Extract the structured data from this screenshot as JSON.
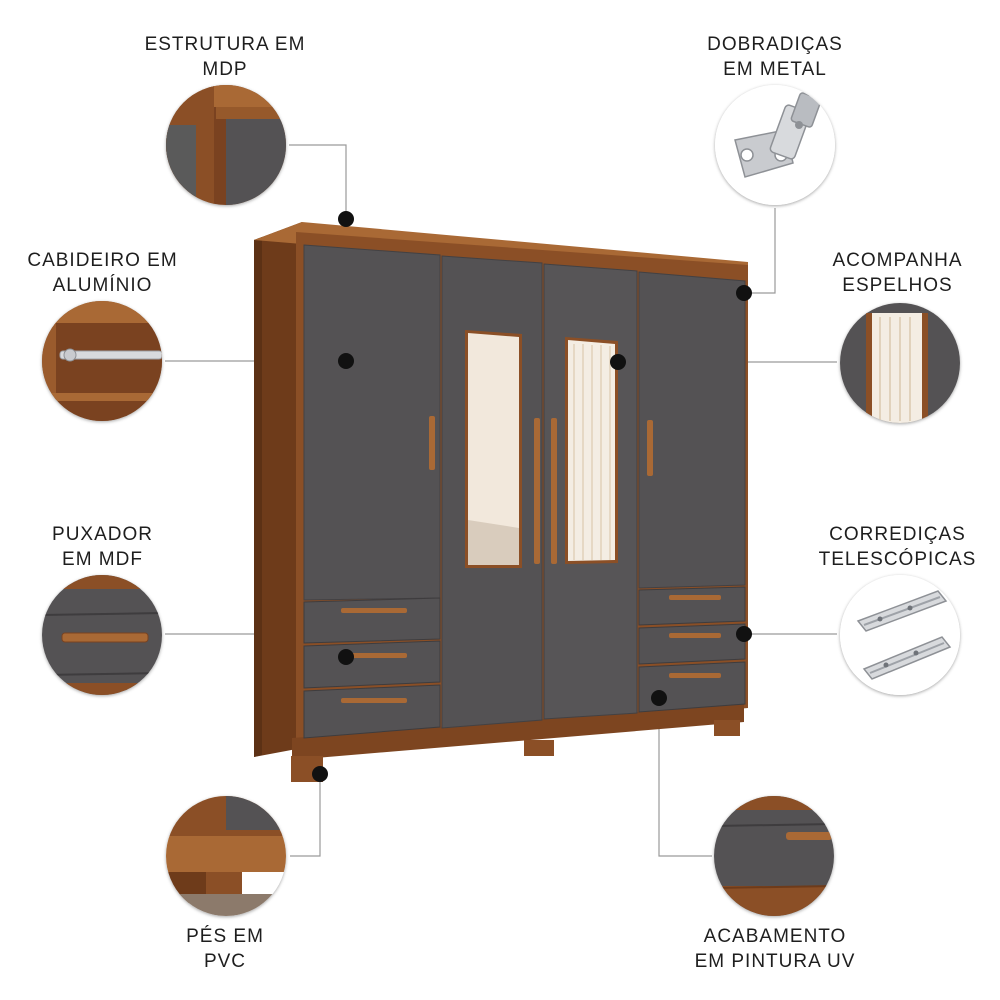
{
  "features": [
    {
      "id": "estrutura",
      "lines": [
        "ESTRUTURA EM",
        "MDP"
      ],
      "icon": "mdp-structure-closeup-icon"
    },
    {
      "id": "dobradicas",
      "lines": [
        "DOBRADIÇAS",
        "EM METAL"
      ],
      "icon": "metal-hinge-icon"
    },
    {
      "id": "cabideiro",
      "lines": [
        "CABIDEIRO EM",
        "ALUMÍNIO"
      ],
      "icon": "aluminium-hanging-rail-icon"
    },
    {
      "id": "espelhos",
      "lines": [
        "ACOMPANHA",
        "ESPELHOS"
      ],
      "icon": "mirror-closeup-icon"
    },
    {
      "id": "puxador",
      "lines": [
        "PUXADOR",
        "EM MDF"
      ],
      "icon": "mdf-handle-closeup-icon"
    },
    {
      "id": "corredicas",
      "lines": [
        "CORREDIÇAS",
        "TELESCÓPICAS"
      ],
      "icon": "telescopic-slides-icon"
    },
    {
      "id": "pes",
      "lines": [
        "PÉS EM",
        "PVC"
      ],
      "icon": "pvc-feet-closeup-icon"
    },
    {
      "id": "acabamento",
      "lines": [
        "ACABAMENTO",
        "EM PINTURA UV"
      ],
      "icon": "uv-paint-finish-closeup-icon"
    }
  ],
  "colors": {
    "wood": "#8b4f26",
    "wood_light": "#a96935",
    "wood_dark": "#6e3b1a",
    "panel": "#545254",
    "panel_dark": "#434143",
    "mirror": "#f2e8dc",
    "label_text": "#1e1e1e",
    "leader_line": "#9a9a9a",
    "marker_dot": "#111111"
  }
}
